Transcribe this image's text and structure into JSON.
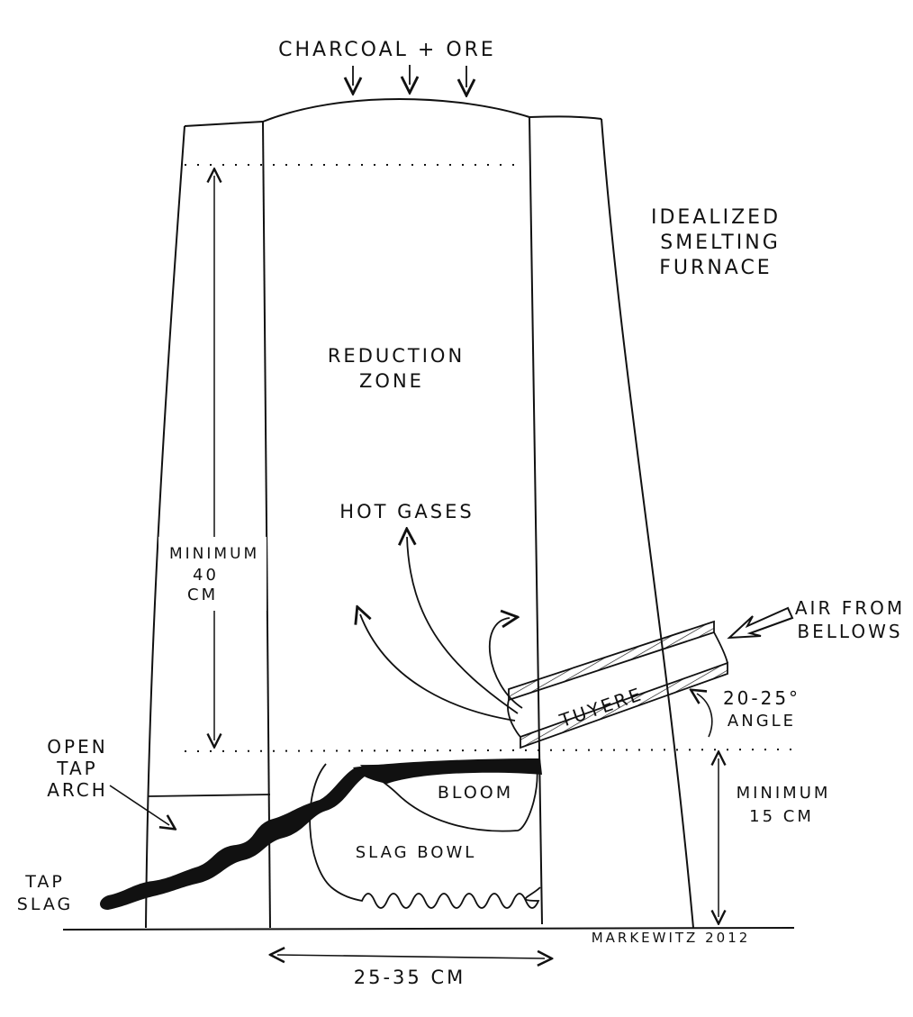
{
  "title": "IDEALIZED SMELTING FURNACE",
  "title_lines": [
    "IDEALIZED",
    "SMELTING",
    "FURNACE"
  ],
  "top_input": "CHARCOAL + ORE",
  "zones": {
    "reduction": [
      "REDUCTION",
      "ZONE"
    ],
    "hot_gases": "HOT GASES",
    "bloom": "BLOOM",
    "slag_bowl": "SLAG BOWL"
  },
  "tuyere": {
    "label": "TUYERE",
    "air_label": [
      "AIR FROM",
      "BELLOWS"
    ],
    "angle_label": [
      "20-25°",
      "ANGLE"
    ]
  },
  "dimensions": {
    "shaft_height": [
      "MINIMUM",
      "40",
      "CM"
    ],
    "bowl_depth": [
      "MINIMUM",
      "15 CM"
    ],
    "inner_width": "25-35 CM"
  },
  "tap": {
    "arch_label": [
      "OPEN",
      "TAP",
      "ARCH"
    ],
    "slag_label": [
      "TAP",
      "SLAG"
    ]
  },
  "signature": "MARKEWITZ 2012",
  "colors": {
    "ink": "#111111",
    "paper": "#ffffff"
  }
}
